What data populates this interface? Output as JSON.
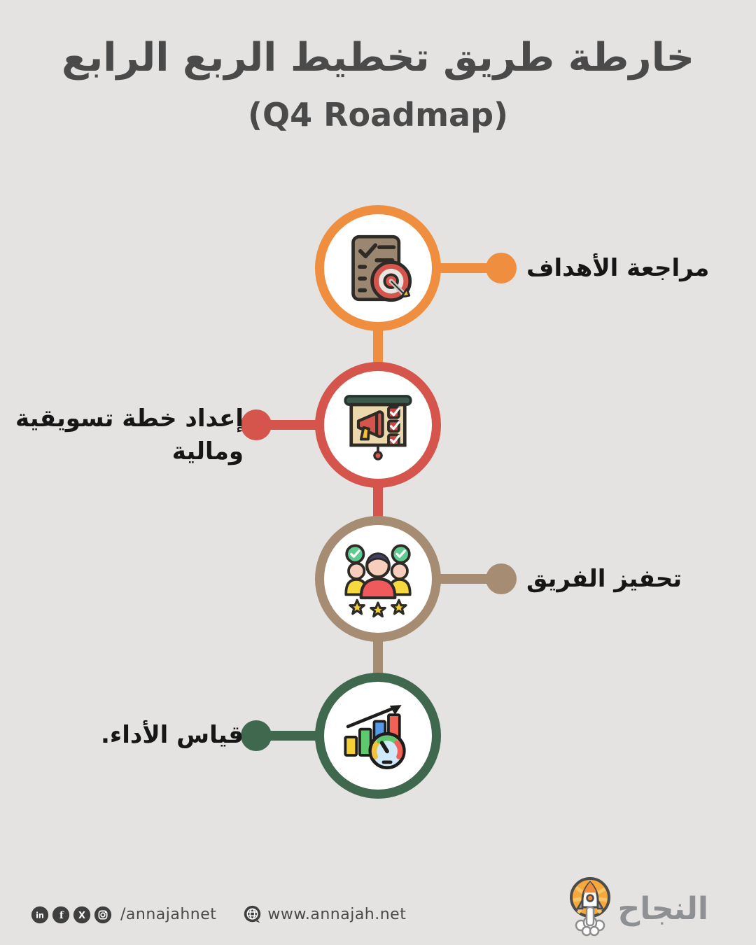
{
  "page": {
    "background_color": "#e4e3e1",
    "title_color": "#4a4a4a",
    "label_color": "#161616"
  },
  "title": {
    "line1": "خارطة طريق تخطيط الربع الرابع",
    "line2": "(Q4 Roadmap)"
  },
  "timeline": {
    "nodes": [
      {
        "label": "مراجعة الأهداف",
        "color": "#ef8e3e",
        "side": "right",
        "icon": "checklist-target-icon"
      },
      {
        "label": "إعداد خطة تسويقية\nومالية",
        "color": "#d5544b",
        "side": "left",
        "icon": "presentation-megaphone-icon"
      },
      {
        "label": "تحفيز الفريق",
        "color": "#a58c72",
        "side": "right",
        "icon": "team-stars-icon"
      },
      {
        "label": "قياس الأداء.",
        "color": "#3f684e",
        "side": "left",
        "icon": "barchart-gauge-icon"
      }
    ]
  },
  "footer": {
    "social_icons": [
      "linkedin-icon",
      "facebook-icon",
      "x-icon",
      "instagram-icon"
    ],
    "social_handle": "/annajahnet",
    "website": "www.annajah.net",
    "logo_text": "النجاح",
    "icon_color": "#3f3f3f",
    "logo_orange": "#f6a83c"
  }
}
